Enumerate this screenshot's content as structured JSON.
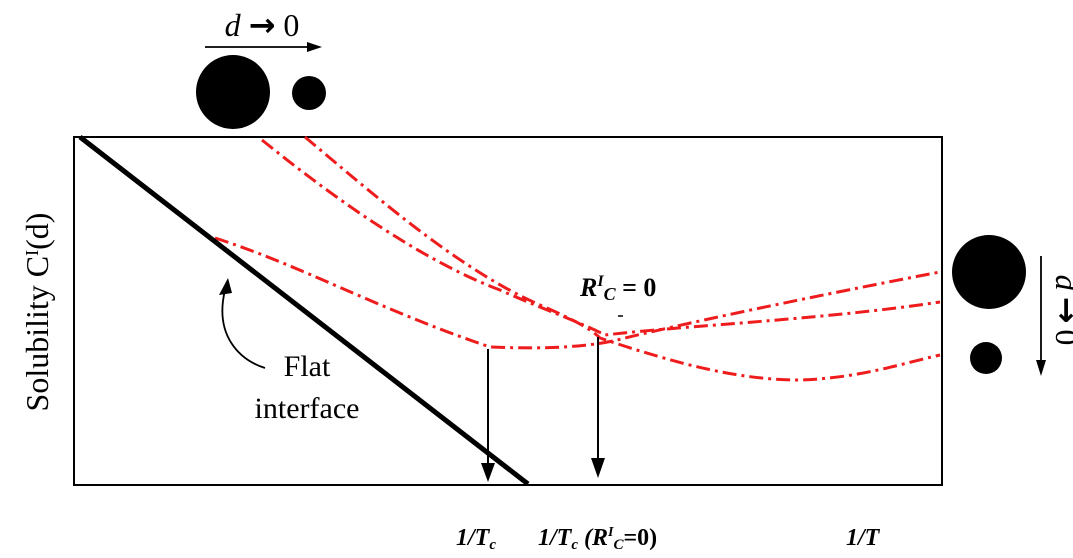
{
  "y_axis_label": "Solubility  C",
  "y_axis_superscript": "I",
  "y_axis_suffix": "(d)",
  "top_arrow_label": {
    "var": "d",
    "arrow": "→",
    "value": "0"
  },
  "right_arrow_label": {
    "var": "d",
    "arrow": "→",
    "value": "0"
  },
  "flat_interface_label": [
    "Flat",
    "interface"
  ],
  "crossing_label": {
    "r": "R",
    "sup": "I",
    "sub": "C",
    "eq": " = 0"
  },
  "x_ticks": {
    "tc": {
      "main": "1/T",
      "sub": "c"
    },
    "tc_r0": {
      "main": "1/T",
      "sub": "c",
      "paren_open": " (R",
      "sup": "I",
      "sub2": "C",
      "tail": "=0)"
    },
    "inv_t": "1/T"
  },
  "colors": {
    "flat_line": "#000000",
    "curves": "#ee1c1c",
    "frame": "#000000"
  }
}
